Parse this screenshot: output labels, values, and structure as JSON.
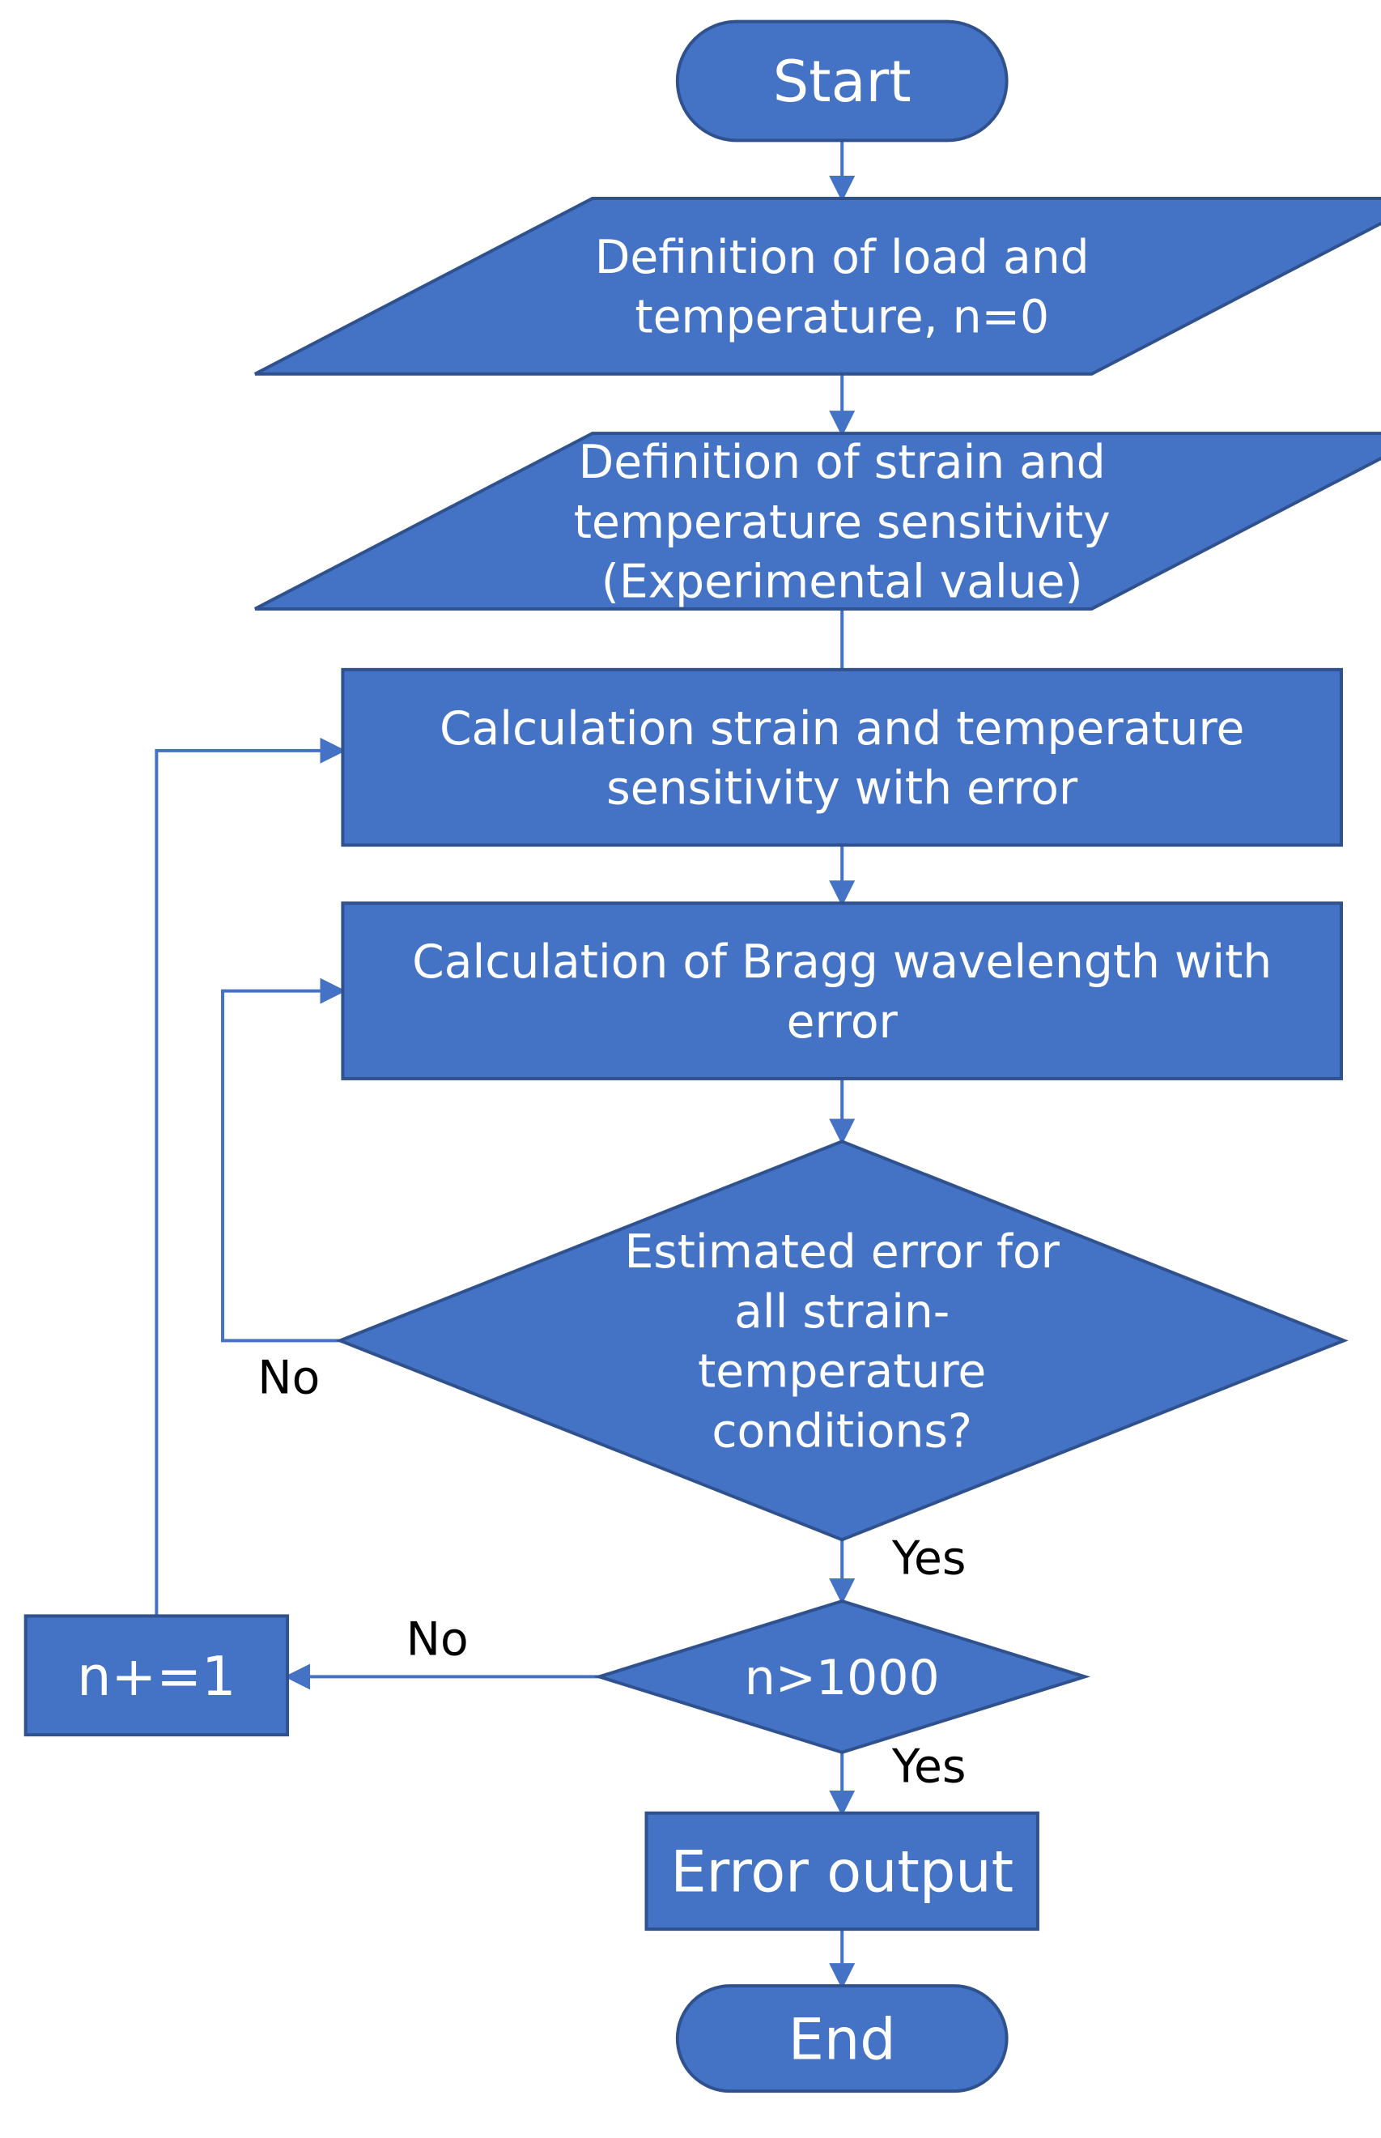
{
  "colors": {
    "fill": "#4472c4",
    "stroke": "#2f528f",
    "connector": "#4472c4",
    "node_text": "#ffffff",
    "label_text": "#000000"
  },
  "nodes": {
    "start": {
      "shape": "terminal",
      "lines": [
        "Start"
      ]
    },
    "input_load": {
      "shape": "parallelogram",
      "lines": [
        "Definition of load and",
        "temperature, n=0"
      ]
    },
    "input_sensitivity": {
      "shape": "parallelogram",
      "lines": [
        "Definition of strain and",
        "temperature sensitivity",
        "(Experimental value)"
      ]
    },
    "calc_sensitivity": {
      "shape": "process",
      "lines": [
        "Calculation strain and temperature",
        "sensitivity with error"
      ]
    },
    "calc_bragg": {
      "shape": "process",
      "lines": [
        "Calculation of Bragg wavelength with",
        "error"
      ]
    },
    "decision_error": {
      "shape": "decision",
      "lines": [
        "Estimated error for",
        "all strain-",
        "temperature",
        "conditions?"
      ]
    },
    "decision_n": {
      "shape": "decision",
      "lines": [
        "n>1000"
      ]
    },
    "increment": {
      "shape": "process",
      "lines": [
        "n+=1"
      ]
    },
    "error_output": {
      "shape": "process",
      "lines": [
        "Error output"
      ]
    },
    "end": {
      "shape": "terminal",
      "lines": [
        "End"
      ]
    }
  },
  "edges": [
    {
      "from": "start",
      "to": "input_load",
      "label": ""
    },
    {
      "from": "input_load",
      "to": "input_sensitivity",
      "label": ""
    },
    {
      "from": "input_sensitivity",
      "to": "calc_sensitivity",
      "label": ""
    },
    {
      "from": "calc_sensitivity",
      "to": "calc_bragg",
      "label": ""
    },
    {
      "from": "calc_bragg",
      "to": "decision_error",
      "label": ""
    },
    {
      "from": "decision_error",
      "to": "calc_bragg",
      "label": "No"
    },
    {
      "from": "decision_error",
      "to": "decision_n",
      "label": "Yes"
    },
    {
      "from": "decision_n",
      "to": "increment",
      "label": "No"
    },
    {
      "from": "decision_n",
      "to": "error_output",
      "label": "Yes"
    },
    {
      "from": "increment",
      "to": "calc_sensitivity",
      "label": ""
    },
    {
      "from": "error_output",
      "to": "end",
      "label": ""
    }
  ]
}
